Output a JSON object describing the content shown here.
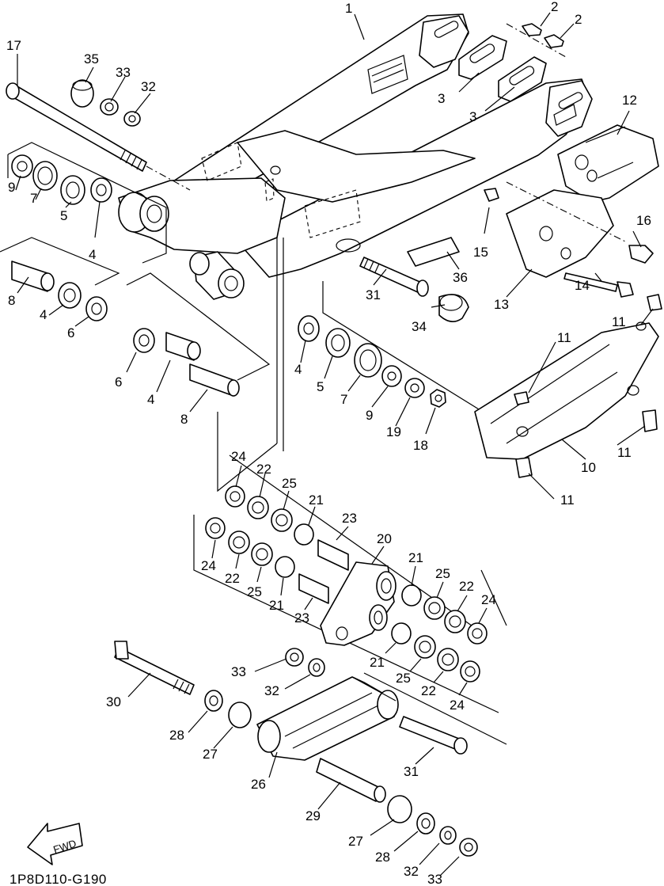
{
  "diagram": {
    "drawing_code": "1P8D110-G190",
    "fwd_label": "FWD",
    "callouts": {
      "c1": "1",
      "c2a": "2",
      "c2b": "2",
      "c3a": "3",
      "c3b": "3",
      "c4a": "4",
      "c4b": "4",
      "c4c": "4",
      "c4d": "4",
      "c5a": "5",
      "c5b": "5",
      "c6a": "6",
      "c6b": "6",
      "c7a": "7",
      "c7b": "7",
      "c8a": "8",
      "c8b": "8",
      "c9a": "9",
      "c9b": "9",
      "c10": "10",
      "c11a": "11",
      "c11b": "11",
      "c11c": "11",
      "c11d": "11",
      "c12": "12",
      "c13": "13",
      "c14": "14",
      "c15": "15",
      "c16": "16",
      "c17": "17",
      "c18": "18",
      "c19": "19",
      "c20": "20",
      "c21a": "21",
      "c21b": "21",
      "c21c": "21",
      "c21d": "21",
      "c22a": "22",
      "c22b": "22",
      "c22c": "22",
      "c22d": "22",
      "c23a": "23",
      "c23b": "23",
      "c24a": "24",
      "c24b": "24",
      "c24c": "24",
      "c24d": "24",
      "c25a": "25",
      "c25b": "25",
      "c25c": "25",
      "c25d": "25",
      "c26": "26",
      "c27a": "27",
      "c27b": "27",
      "c28a": "28",
      "c28b": "28",
      "c29": "29",
      "c30": "30",
      "c31a": "31",
      "c31b": "31",
      "c32a": "32",
      "c32b": "32",
      "c32c": "32",
      "c33a": "33",
      "c33b": "33",
      "c33c": "33",
      "c34": "34",
      "c35": "35",
      "c36": "36"
    }
  }
}
